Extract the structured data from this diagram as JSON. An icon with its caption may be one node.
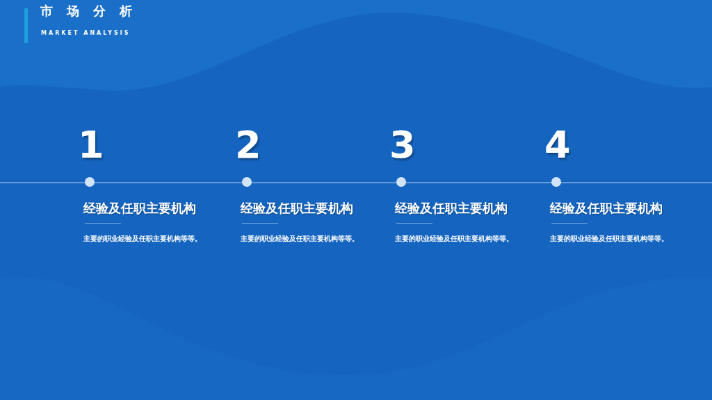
{
  "diagram": {
    "title": "市场分析",
    "nodes": [
      {
        "text": [
          "1",
          "经验及任职主要机构",
          "主要的职业经验及任职主要机构等等。"
        ]
      },
      {
        "text": [
          "2",
          "经验及任职主要机构",
          "主要的职业经验及任职主要机构等等。"
        ]
      },
      {
        "text": [
          "3",
          "经验及任职主要机构",
          "主要的职业经验及任职主要机构等等。"
        ]
      },
      {
        "text": [
          "4",
          "经验及任职主要机构",
          "主要的职业经验及任职主要机构等等。"
        ]
      }
    ],
    "labels": [
      "MARKET ANALYSIS"
    ]
  }
}
